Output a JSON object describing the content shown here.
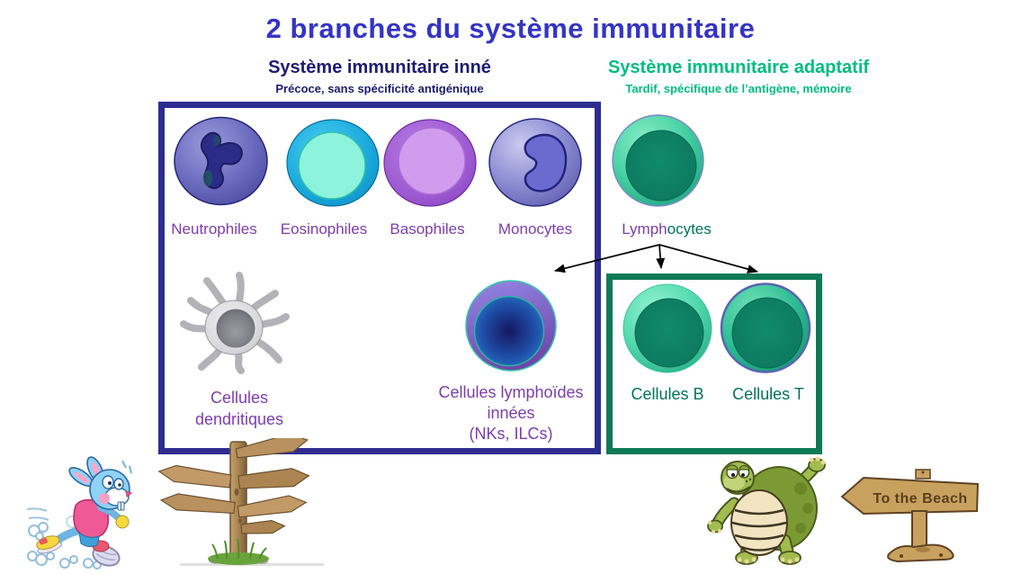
{
  "title": "2 branches du système immunitaire",
  "innate_branch": {
    "heading": "Système immunitaire inné",
    "subtitle": "Précoce, sans spécificité antigénique",
    "granulocyte_labels": [
      "Neutrophiles",
      "Eosinophiles",
      "Basophiles",
      "Monocytes"
    ],
    "dendritic_cells_label": {
      "line1": "Cellules",
      "line2": "dendritiques"
    },
    "innate_lymphoid_label": {
      "line1": "Cellules lymphoïdes",
      "line2": "innées",
      "line3": "(NKs, ILCs)"
    }
  },
  "adaptive_branch": {
    "heading": "Système immunitaire adaptatif",
    "subtitle": "Tardif, spécifique de l’antigène, mémoire",
    "lymphocytes_label": {
      "part1": "Lymph",
      "part2": "ocytes"
    },
    "b_cells_label": "Cellules B",
    "t_cells_label": "Cellules T"
  },
  "decorations": {
    "beach_sign_text": "To the Beach",
    "illustrations": [
      "running-rabbit",
      "direction-signpost",
      "cartoon-turtle",
      "to-the-beach-sign"
    ]
  },
  "icons": [
    "neutrophil-cell-icon",
    "eosinophil-cell-icon",
    "basophil-cell-icon",
    "monocyte-cell-icon",
    "lymphocyte-cell-icon",
    "dendritic-cell-icon",
    "innate-lymphoid-cell-icon",
    "b-cell-icon",
    "t-cell-icon"
  ],
  "colors": {
    "title_blue": "#3434c8",
    "innate_navy": "#1c1c72",
    "adaptive_green": "#00bd80",
    "innate_box_border": "#2d2d8f",
    "adaptive_box_border": "#0d7a55",
    "label_purple": "#7e3cae",
    "label_dark_green": "#00745a"
  }
}
